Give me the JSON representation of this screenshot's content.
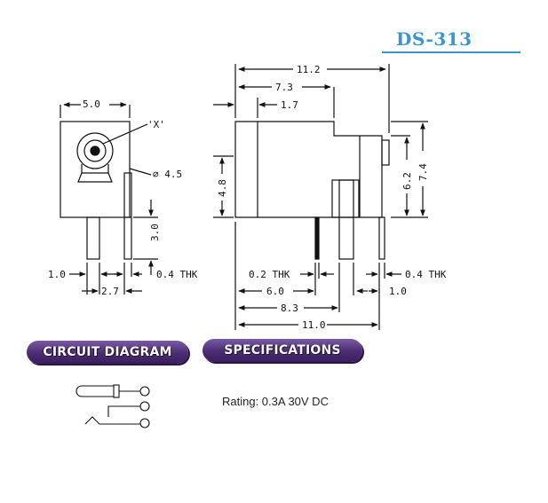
{
  "title": "DS-313",
  "sections": {
    "circuit_label": "CIRCUIT DIAGRAM",
    "spec_label": "SPECIFICATIONS"
  },
  "specs": {
    "rating": "Rating: 0.3A 30V DC"
  },
  "front_view": {
    "width": "5.0",
    "x_label": "'X'",
    "diameter": "∅ 4.5",
    "pin_length": "3.0",
    "pin_width": "1.0",
    "thickness": "0.4 THK",
    "pin_spacing": "2.7"
  },
  "side_view": {
    "overall_length": "11.2",
    "d_7_3": "7.3",
    "d_1_7": "1.7",
    "height_4_8": "4.8",
    "height_6_2": "6.2",
    "height_7_4": "7.4",
    "pin_thk_left": "0.2 THK",
    "pin_thk_right": "0.4 THK",
    "d_6_0": "6.0",
    "d_1_0": "1.0",
    "d_8_3": "8.3",
    "d_11_0": "11.0"
  },
  "colors": {
    "title": "#3a95d0",
    "pill": "#4b2c73",
    "line": "#111111"
  }
}
